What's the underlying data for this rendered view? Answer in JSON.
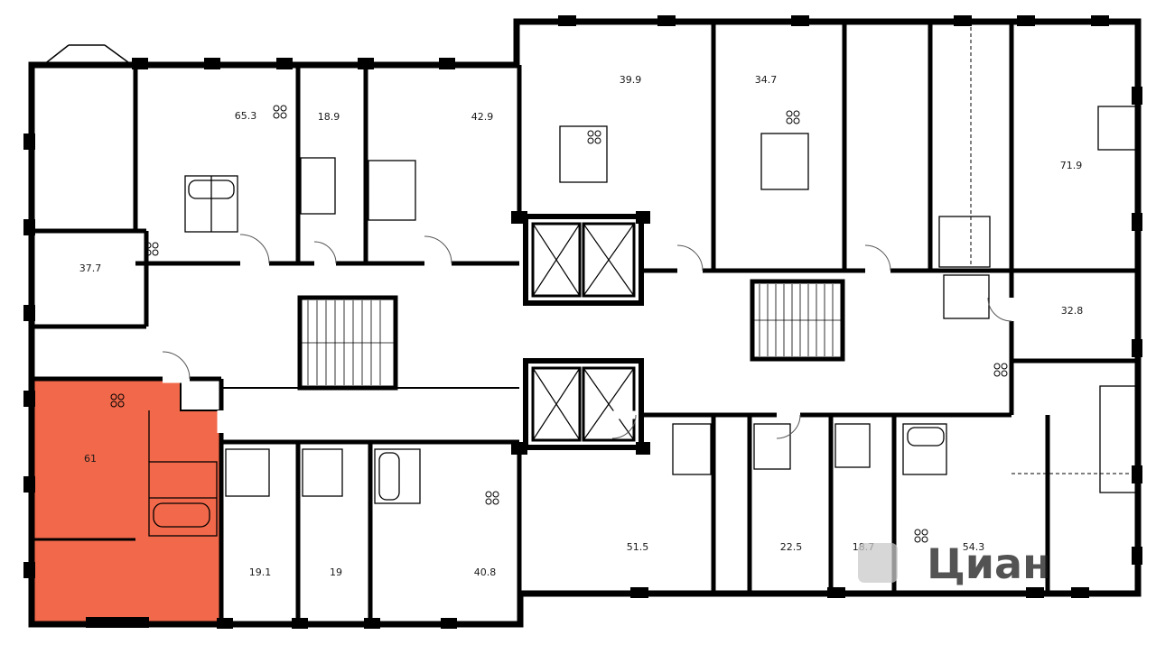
{
  "page": {
    "background": "#ffffff"
  },
  "colors": {
    "wall": "#000000",
    "highlight": "#F2684A",
    "watermark": "#c9c9c9"
  },
  "units": [
    {
      "name": "unit-65-3",
      "area": "65.3",
      "highlighted": false
    },
    {
      "name": "unit-18-9",
      "area": "18.9",
      "highlighted": false
    },
    {
      "name": "unit-42-9",
      "area": "42.9",
      "highlighted": false
    },
    {
      "name": "unit-39-9",
      "area": "39.9",
      "highlighted": false
    },
    {
      "name": "unit-34-7",
      "area": "34.7",
      "highlighted": false
    },
    {
      "name": "unit-71-9",
      "area": "71.9",
      "highlighted": false
    },
    {
      "name": "unit-37-7",
      "area": "37.7",
      "highlighted": false
    },
    {
      "name": "unit-32-8",
      "area": "32.8",
      "highlighted": false
    },
    {
      "name": "unit-61",
      "area": "61",
      "highlighted": true
    },
    {
      "name": "unit-19-1",
      "area": "19.1",
      "highlighted": false
    },
    {
      "name": "unit-19",
      "area": "19",
      "highlighted": false
    },
    {
      "name": "unit-40-8",
      "area": "40.8",
      "highlighted": false
    },
    {
      "name": "unit-51-5",
      "area": "51.5",
      "highlighted": false
    },
    {
      "name": "unit-22-5",
      "area": "22.5",
      "highlighted": false
    },
    {
      "name": "unit-18-7",
      "area": "18.7",
      "highlighted": false
    },
    {
      "name": "unit-54-3",
      "area": "54.3",
      "highlighted": false
    }
  ],
  "watermark": {
    "text": "Циан"
  }
}
